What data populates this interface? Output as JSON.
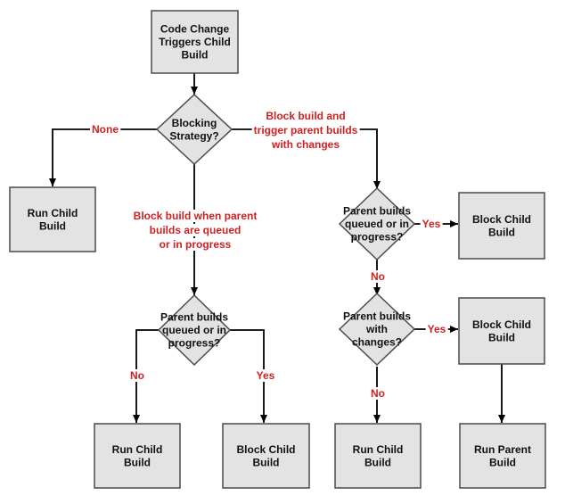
{
  "colors": {
    "node_fill": "#e3e3e3",
    "node_stroke": "#4a4a4a",
    "edge": "#000000",
    "edge_label": "#cc2222"
  },
  "nodes": {
    "start": [
      "Code Change",
      "Triggers Child",
      "Build"
    ],
    "blocking_strategy": [
      "Blocking",
      "Strategy?"
    ],
    "run_child_none": [
      "Run Child",
      "Build"
    ],
    "parent_queued_left": [
      "Parent builds",
      "queued or in",
      "progress?"
    ],
    "run_child_left": [
      "Run Child",
      "Build"
    ],
    "block_child_left": [
      "Block Child",
      "Build"
    ],
    "parent_queued_right": [
      "Parent builds",
      "queued or in",
      "progress?"
    ],
    "block_child_right_top": [
      "Block Child",
      "Build"
    ],
    "parent_changes": [
      "Parent builds",
      "with",
      "changes?"
    ],
    "run_child_right": [
      "Run Child",
      "Build"
    ],
    "block_child_right_mid": [
      "Block Child",
      "Build"
    ],
    "run_parent": [
      "Run Parent",
      "Build"
    ]
  },
  "edge_labels": {
    "none": [
      "None"
    ],
    "block_when_queued": [
      "Block build when parent",
      "builds are queued",
      "or in progress"
    ],
    "block_and_trigger": [
      "Block build and",
      "trigger parent builds",
      "with changes"
    ],
    "left_no": [
      "No"
    ],
    "left_yes": [
      "Yes"
    ],
    "right_top_yes": [
      "Yes"
    ],
    "right_top_no": [
      "No"
    ],
    "changes_yes": [
      "Yes"
    ],
    "changes_no": [
      "No"
    ]
  }
}
